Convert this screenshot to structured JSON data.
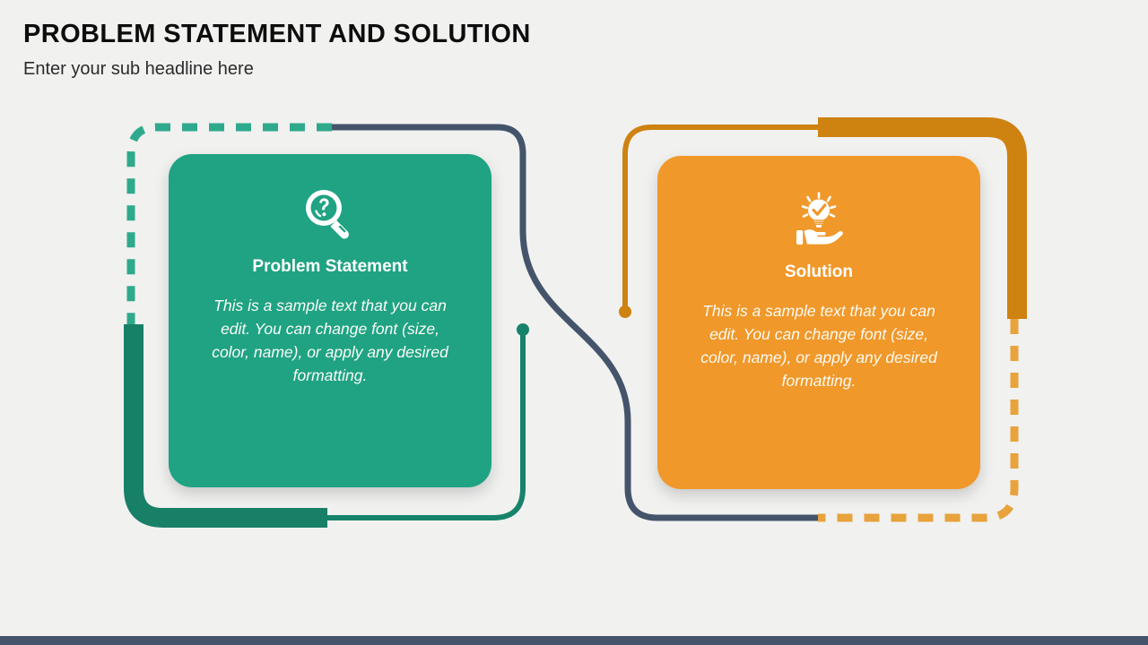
{
  "header": {
    "title": "PROBLEM STATEMENT AND SOLUTION",
    "subtitle": "Enter your sub headline here"
  },
  "cards": [
    {
      "id": "problem",
      "icon": "magnifier-question-icon",
      "title": "Problem Statement",
      "body": "This is a sample text that you can edit. You can change font (size, color, name), or apply any desired formatting.",
      "color": "#1FA383"
    },
    {
      "id": "solution",
      "icon": "hand-lightbulb-check-icon",
      "title": "Solution",
      "body": "This is a sample text that you can edit. You can change font (size, color, name), or apply any desired formatting.",
      "color": "#F0982A"
    }
  ],
  "decor": {
    "teal_dashed": "#2FA98C",
    "teal_solid": "#188066",
    "teal_thin": "#17836A",
    "navy": "#44546A",
    "orange_dark": "#CE820F",
    "orange_dashed": "#E8A33C",
    "bottom_bar": "#44546A",
    "background": "#F1F1F0"
  }
}
